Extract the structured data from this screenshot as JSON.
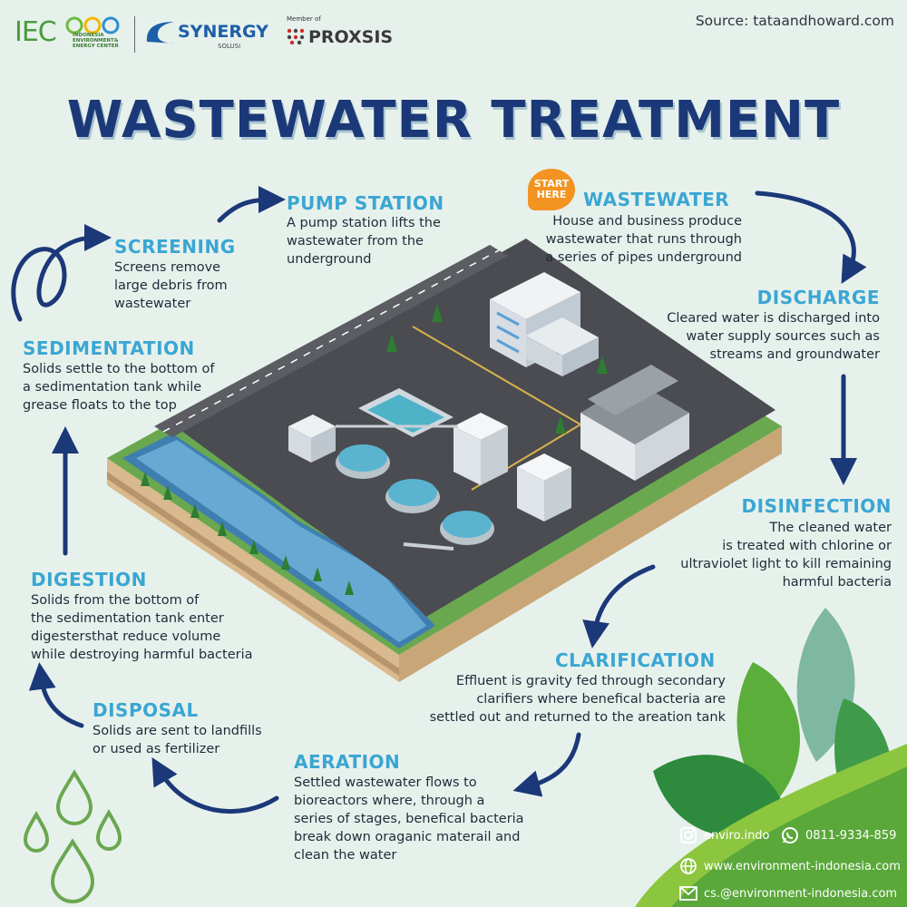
{
  "logos": {
    "iec_mark": "IEC",
    "iec_subtitle": "INDONESIA\nENVIRONMENT&\nENERGY CENTER",
    "synergy": "SYNERGY",
    "synergy_sub": "SOLUSI",
    "member_of": "Member of",
    "proxsis": "PROXSIS"
  },
  "source": "Source: tataandhoward.com",
  "title": "WASTEWATER TREATMENT",
  "start_badge": "START\nHERE",
  "steps": {
    "wastewater": {
      "title": "WASTEWATER",
      "desc": "House and business produce\nwastewater that runs through\na series of pipes underground"
    },
    "discharge": {
      "title": "DISCHARGE",
      "desc": "Cleared water is discharged into\nwater supply sources such as\nstreams and groundwater"
    },
    "disinfection": {
      "title": "DISINFECTION",
      "desc": "The cleaned water\nis treated  with chlorine or\nultraviolet light to kill remaining\nharmful bacteria"
    },
    "clarification": {
      "title": "CLARIFICATION",
      "desc": "Effluent is gravity fed through secondary\nclarifiers where benefical bacteria are\nsettled out and returned to the areation tank"
    },
    "aeration": {
      "title": "AERATION",
      "desc": "Settled wastewater flows to\nbioreactors where, through a\nseries of stages, benefical bacteria\nbreak down oraganic materail and\nclean the water"
    },
    "disposal": {
      "title": "DISPOSAL",
      "desc": "Solids are sent to landfills\nor used as fertilizer"
    },
    "digestion": {
      "title": "DIGESTION",
      "desc": "Solids from the bottom of\nthe sedimentation tank enter\ndigestersthat reduce volume\nwhile destroying harmful bacteria"
    },
    "sedimentation": {
      "title": "SEDIMENTATION",
      "desc": "Solids settle to the bottom of\na sedimentation tank while\ngrease floats to the top"
    },
    "screening": {
      "title": "SCREENING",
      "desc": "Screens remove\nlarge debris from\nwastewater"
    },
    "pump_station": {
      "title": "PUMP STATION",
      "desc": "A pump station lifts the\nwastewater from the\nunderground"
    }
  },
  "contacts": {
    "instagram": "enviro.indo",
    "whatsapp": "0811-9334-859",
    "website": "www.environment-indonesia.com",
    "email": "cs.@environment-indonesia.com"
  },
  "colors": {
    "background": "#e7f1ec",
    "title": "#1b3878",
    "step_title": "#3aa6d3",
    "arrow": "#1b3878",
    "badge": "#f39322",
    "leaf_green": "#5cae3a"
  },
  "icons": [
    "instagram-icon",
    "whatsapp-icon",
    "globe-icon",
    "mail-icon",
    "water-drop-icon",
    "arrow-icon"
  ]
}
